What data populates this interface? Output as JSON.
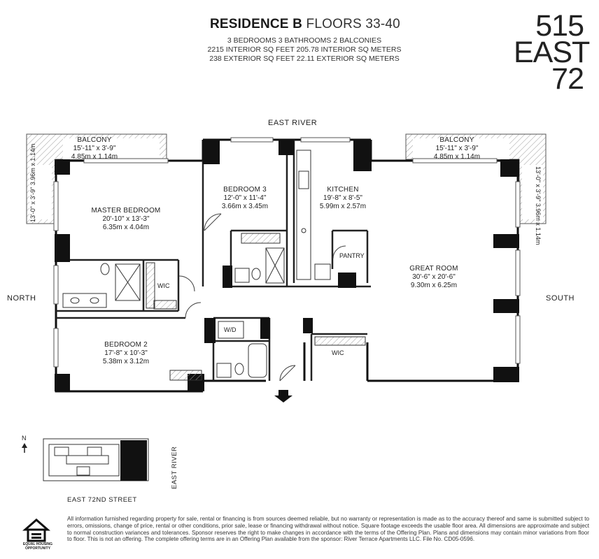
{
  "header": {
    "residence": "RESIDENCE B",
    "floors": "FLOORS 33-40",
    "specs": [
      "3 BEDROOMS   3 BATHROOMS   2 BALCONIES",
      "2215 INTERIOR SQ FEET   205.78 INTERIOR SQ METERS",
      "238 EXTERIOR SQ FEET   22.11 EXTERIOR SQ METERS"
    ]
  },
  "logo": {
    "line1": "515",
    "line2": "EAST",
    "line3": "72"
  },
  "compass": {
    "top": "EAST RIVER",
    "left": "NORTH",
    "right": "SOUTH"
  },
  "rooms": {
    "balcony_left": {
      "name": "BALCONY",
      "dim_ft": "15'-11\" x 3'-9\"",
      "dim_m": "4.85m x 1.14m"
    },
    "balcony_left_side": {
      "text": "13'-0\" x 3'-9\"  3.96m x 1.14m"
    },
    "balcony_right": {
      "name": "BALCONY",
      "dim_ft": "15'-11\" x 3'-9\"",
      "dim_m": "4.85m x 1.14m"
    },
    "balcony_right_side": {
      "text": "13'-0\" x 3'-9\"  3.96m x 1.14m"
    },
    "master": {
      "name": "MASTER BEDROOM",
      "dim_ft": "20'-10\" x 13'-3\"",
      "dim_m": "6.35m x 4.04m"
    },
    "bedroom3": {
      "name": "BEDROOM 3",
      "dim_ft": "12'-0\" x 11'-4\"",
      "dim_m": "3.66m x 3.45m"
    },
    "kitchen": {
      "name": "KITCHEN",
      "dim_ft": "19'-8\" x 8'-5\"",
      "dim_m": "5.99m x 2.57m"
    },
    "great": {
      "name": "GREAT ROOM",
      "dim_ft": "30'-6\" x 20'-6\"",
      "dim_m": "9.30m x 6.25m"
    },
    "bedroom2": {
      "name": "BEDROOM 2",
      "dim_ft": "17'-8\" x 10'-3\"",
      "dim_m": "5.38m x 3.12m"
    },
    "pantry": "PANTRY",
    "wic1": "WIC",
    "wic2": "WIC",
    "wd": "W/D"
  },
  "key_plan": {
    "north": "N",
    "street": "EAST 72ND STREET",
    "river": "EAST RIVER"
  },
  "eho": "EQUAL HOUSING OPPORTUNITY",
  "disclaimer": "All information furnished regarding property for sale, rental or financing is from sources deemed reliable, but no warranty or representation is made as to the accuracy thereof and same is submitted subject to errors, omissions, change of price, rental or other conditions, prior sale, lease or financing withdrawal without notice. Square footage exceeds the usable floor area. All dimensions are approximate and subject to normal construction variances and tolerances. Sponsor reserves the right to make changes in accordance with the terms of the Offering Plan. Plans and dimensions may contain minor variations from floor to floor. This is not an offering. The complete offering terms are in an Offering Plan available from the sponsor: River Terrace Apartments LLC. File No. CD05-0596."
}
